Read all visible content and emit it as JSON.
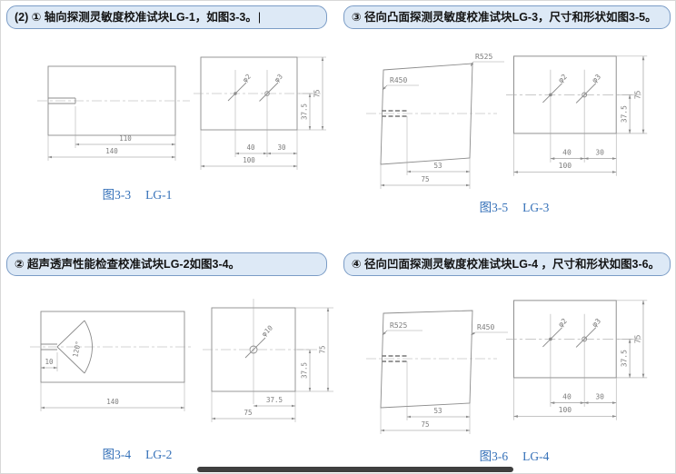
{
  "panels": {
    "lg1": {
      "header": "(2) ① 轴向探测灵敏度校准试块LG-1，如图3-3。",
      "cursor": "|",
      "caption": {
        "fig": "图3-3",
        "name": "LG-1"
      },
      "block_view": {
        "len_inner": "110",
        "len_total": "140"
      },
      "holes_view": {
        "hole_small": "φ2",
        "hole_large": "φ3",
        "span_left": "40",
        "span_right": "30",
        "width_total": "100",
        "height_half": "37.5",
        "height_total": "75"
      }
    },
    "lg3": {
      "header": "③ 径向凸面探测灵敏度校准试块LG-3，尺寸和形状如图3-5。",
      "caption": {
        "fig": "图3-5",
        "name": "LG-3"
      },
      "curved_view": {
        "radius_left": "R450",
        "radius_right": "R525",
        "len_inner": "53",
        "len_total": "75"
      },
      "holes_view": {
        "hole_small": "φ2",
        "hole_large": "φ3",
        "span_left": "40",
        "span_right": "30",
        "width_total": "100",
        "height_half": "37.5",
        "height_total": "75"
      }
    },
    "lg2": {
      "header": "② 超声透声性能检查校准试块LG-2如图3-4。",
      "caption": {
        "fig": "图3-4",
        "name": "LG-2"
      },
      "cone_view": {
        "angle": "120°",
        "notch_len": "10",
        "len_total": "140"
      },
      "hole_view": {
        "hole": "φ10",
        "width_half": "37.5",
        "width_total": "75",
        "height_half": "37.5",
        "height_total": "75"
      }
    },
    "lg4": {
      "header": "④ 径向凹面探测灵敏度校准试块LG-4 ，尺寸和形状如图3-6。",
      "caption": {
        "fig": "图3-6",
        "name": "LG-4"
      },
      "curved_view": {
        "radius_left": "R525",
        "radius_right": "R450",
        "len_inner": "53",
        "len_total": "75"
      },
      "holes_view": {
        "hole_small": "φ2",
        "hole_large": "φ3",
        "span_left": "40",
        "span_right": "30",
        "width_total": "100",
        "height_half": "37.5",
        "height_total": "75"
      }
    }
  }
}
